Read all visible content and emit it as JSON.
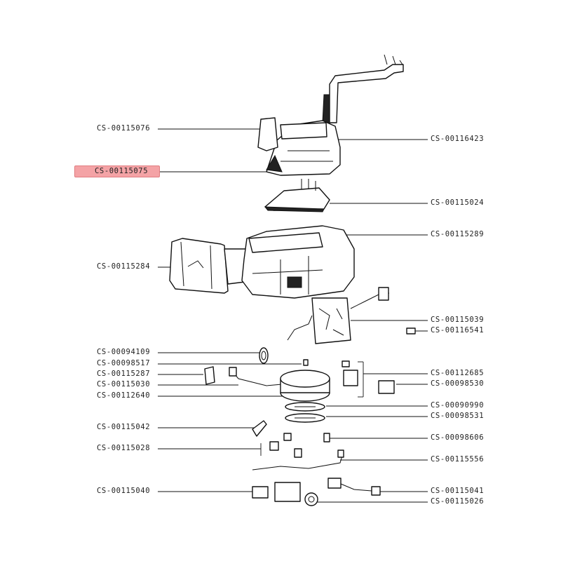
{
  "labels": {
    "l_00115076": "CS-00115076",
    "l_00115075": "CS-00115075",
    "l_00115284": "CS-00115284",
    "l_00094109": "CS-00094109",
    "l_00098517": "CS-00098517",
    "l_00115287": "CS-00115287",
    "l_00115030": "CS-00115030",
    "l_00112640": "CS-00112640",
    "l_00115042": "CS-00115042",
    "l_00115028": "CS-00115028",
    "l_00115040": "CS-00115040",
    "r_00116423": "CS-00116423",
    "r_00115024": "CS-00115024",
    "r_00115289": "CS-00115289",
    "r_00115039": "CS-00115039",
    "r_00116541": "CS-00116541",
    "r_00112685": "CS-00112685",
    "r_00098530": "CS-00098530",
    "r_00090990": "CS-00090990",
    "r_00098531": "CS-00098531",
    "r_00098606": "CS-00098606",
    "r_00115556": "CS-00115556",
    "r_00115041": "CS-00115041",
    "r_00115026": "CS-00115026"
  },
  "selected_part": "CS-00115075",
  "highlight_color": "#f4a3a6"
}
